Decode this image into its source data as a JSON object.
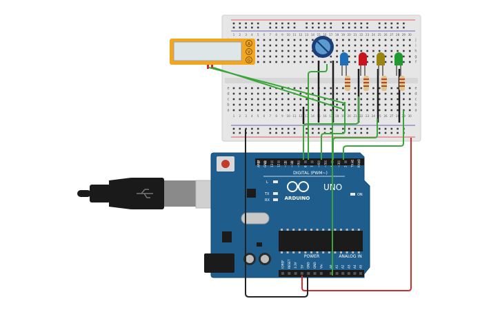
{
  "multimeter": {
    "terminals": [
      "A",
      "V",
      "G"
    ]
  },
  "breadboard": {
    "columns": [
      "1",
      "2",
      "3",
      "4",
      "5",
      "6",
      "7",
      "8",
      "9",
      "10",
      "11",
      "12",
      "13",
      "14",
      "15",
      "16",
      "17",
      "18",
      "19",
      "20",
      "21",
      "22",
      "23",
      "24",
      "25",
      "26",
      "27",
      "28",
      "29",
      "30"
    ],
    "rows_top": [
      "j",
      "i",
      "h",
      "g",
      "f"
    ],
    "rows_bottom": [
      "e",
      "d",
      "c",
      "b",
      "a"
    ]
  },
  "arduino": {
    "logo": "ARDUINO",
    "model": "UNO",
    "digital_label": "DIGITAL (PWM~)",
    "analog_label": "ANALOG IN",
    "power_label": "POWER",
    "led_labels": [
      "L",
      "TX",
      "RX",
      "ON"
    ],
    "digital_pins": [
      "AREF",
      "GND",
      "13",
      "12",
      "~11",
      "~10",
      "~9",
      "8",
      "7",
      "~6",
      "~5",
      "4",
      "~3",
      "2",
      "TX→1",
      "RX←0"
    ],
    "power_pins": [
      "IOREF",
      "RESET",
      "3.3V",
      "5V",
      "GND",
      "GND",
      "Vin"
    ],
    "analog_pins": [
      "A0",
      "A1",
      "A2",
      "A3",
      "A4",
      "A5"
    ]
  },
  "colors": {
    "board_blue": "#1f5e8c",
    "wire_green": "#3aa63a",
    "wire_red": "#d62a2a",
    "wire_black": "#222222",
    "multimeter_orange": "#f2a51f",
    "led_blue": "#1c6fb8",
    "led_red": "#c8141a",
    "led_yellow": "#9a8512",
    "led_green": "#1f9a2e"
  }
}
